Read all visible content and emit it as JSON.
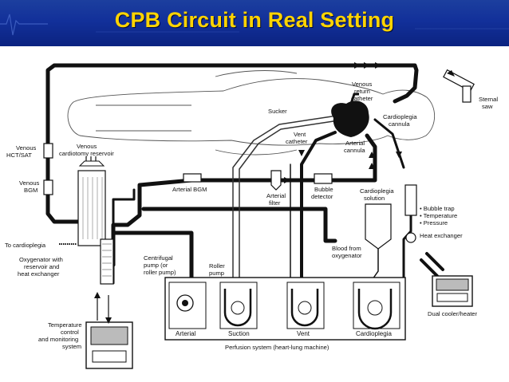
{
  "slide": {
    "title": "CPB Circuit in Real Setting",
    "colors": {
      "header_blue": "#12309a",
      "title_yellow": "#ffd400",
      "tubing": "#111111"
    }
  },
  "labels": {
    "venous_return_1": "Venous",
    "venous_return_2": "return",
    "venous_return_3": "catheter",
    "sternal_saw_1": "Sternal",
    "sternal_saw_2": "saw",
    "sucker": "Sucker",
    "cardioplegia_cannula_1": "Cardioplegia",
    "cardioplegia_cannula_2": "cannula",
    "vent_catheter_1": "Vent",
    "vent_catheter_2": "catheter",
    "arterial_cannula_1": "Arterial",
    "arterial_cannula_2": "cannula",
    "venous_hct_1": "Venous",
    "venous_hct_2": "HCT/SAT",
    "venous_reservoir_1": "Venous",
    "venous_reservoir_2": "cardiotomy reservoir",
    "venous_bgm_1": "Venous",
    "venous_bgm_2": "BGM",
    "arterial_bgm": "Arterial BGM",
    "arterial_filter_1": "Arterial",
    "arterial_filter_2": "filter",
    "bubble_detector_1": "Bubble",
    "bubble_detector_2": "detector",
    "cardioplegia_solution_1": "Cardioplegia",
    "cardioplegia_solution_2": "solution",
    "bubble_trap": "• Bubble trap",
    "temperature": "• Temperature",
    "pressure": "• Pressure",
    "heat_exchanger": "Heat exchanger",
    "to_cardioplegia": "To cardioplegia",
    "oxygenator_1": "Oxygenator with",
    "oxygenator_2": "reservoir and",
    "oxygenator_3": "heat exchanger",
    "centrifugal_1": "Centrifugal",
    "centrifugal_2": "pump (or",
    "centrifugal_3": "roller pump)",
    "roller_pump_1": "Roller",
    "roller_pump_2": "pump",
    "blood_from_1": "Blood from",
    "blood_from_2": "oxygenator",
    "dual_cooler": "Dual cooler/heater",
    "temp_control_1": "Temperature",
    "temp_control_2": "control",
    "temp_control_3": "and monitoring",
    "temp_control_4": "system",
    "pump_arterial": "Arterial",
    "pump_suction": "Suction",
    "pump_vent": "Vent",
    "pump_cardioplegia": "Cardioplegia",
    "perfusion_system": "Perfusion system (heart-lung machine)"
  }
}
